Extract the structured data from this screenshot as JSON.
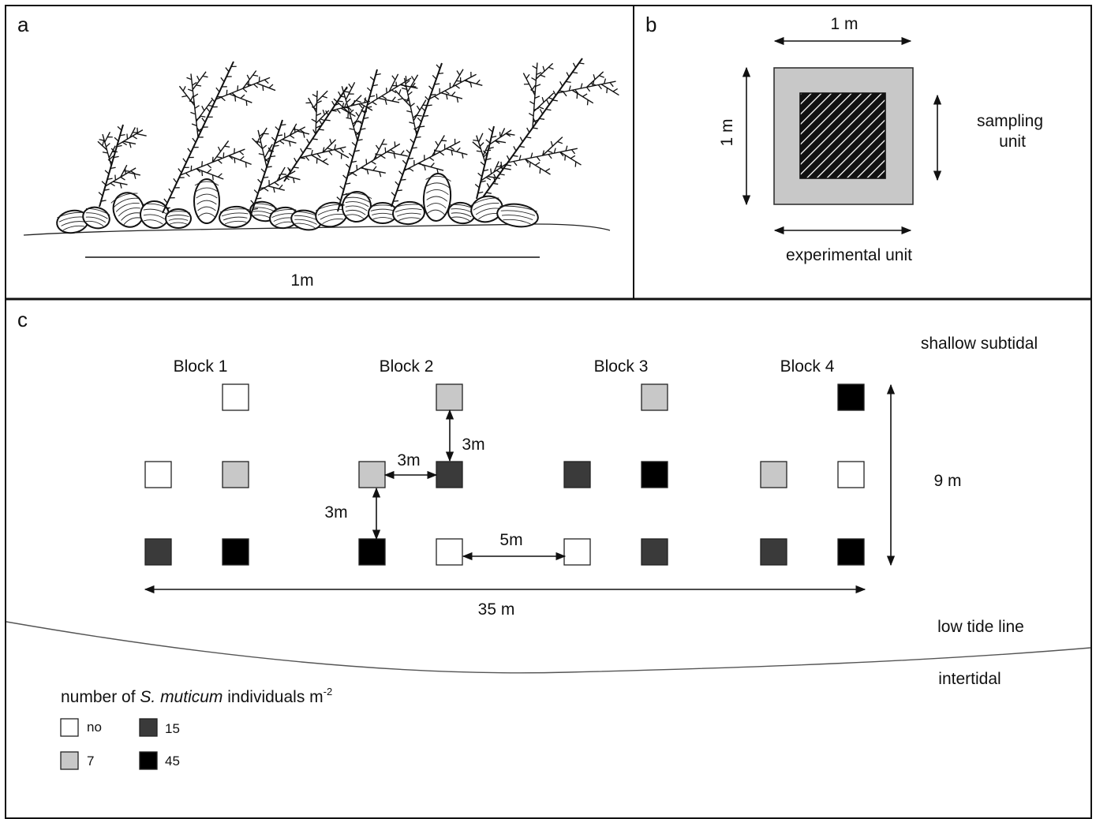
{
  "panel_a": {
    "letter": "a",
    "scale_label": "1m"
  },
  "panel_b": {
    "letter": "b",
    "top_label": "1 m",
    "side_label": "1 m",
    "sampling_line1": "sampling",
    "sampling_line2": "unit",
    "experimental_label": "experimental unit"
  },
  "panel_c": {
    "letter": "c",
    "zone_top": "shallow subtidal",
    "zone_tide": "low tide line",
    "zone_bottom": "intertidal",
    "blocks": [
      {
        "label": "Block 1",
        "plots": [
          {
            "row": 1,
            "col": 2,
            "level": "no"
          },
          {
            "row": 2,
            "col": 1,
            "level": "no"
          },
          {
            "row": 2,
            "col": 2,
            "level": "7"
          },
          {
            "row": 3,
            "col": 1,
            "level": "15"
          },
          {
            "row": 3,
            "col": 2,
            "level": "45"
          }
        ]
      },
      {
        "label": "Block 2",
        "plots": [
          {
            "row": 1,
            "col": 2,
            "level": "7"
          },
          {
            "row": 2,
            "col": 1,
            "level": "7"
          },
          {
            "row": 2,
            "col": 2,
            "level": "15"
          },
          {
            "row": 3,
            "col": 1,
            "level": "45"
          },
          {
            "row": 3,
            "col": 2,
            "level": "no"
          }
        ]
      },
      {
        "label": "Block 3",
        "plots": [
          {
            "row": 1,
            "col": 2,
            "level": "7"
          },
          {
            "row": 2,
            "col": 1,
            "level": "15"
          },
          {
            "row": 2,
            "col": 2,
            "level": "45"
          },
          {
            "row": 3,
            "col": 1,
            "level": "no"
          },
          {
            "row": 3,
            "col": 2,
            "level": "15"
          }
        ]
      },
      {
        "label": "Block 4",
        "plots": [
          {
            "row": 1,
            "col": 2,
            "level": "45"
          },
          {
            "row": 2,
            "col": 1,
            "level": "7"
          },
          {
            "row": 2,
            "col": 2,
            "level": "no"
          },
          {
            "row": 3,
            "col": 1,
            "level": "15"
          },
          {
            "row": 3,
            "col": 2,
            "level": "45"
          }
        ]
      }
    ],
    "dimensions": {
      "vertical_3m_a": "3m",
      "horizontal_3m": "3m",
      "vertical_3m_b": "3m",
      "horizontal_5m": "5m",
      "height_9m": "9 m",
      "width_35m": "35 m"
    },
    "legend": {
      "title_prefix": "number of ",
      "title_species": "S. muticum",
      "title_suffix": " individuals m",
      "title_exponent": "-2",
      "items": [
        {
          "level": "no",
          "label": "no",
          "color": "#ffffff"
        },
        {
          "level": "15",
          "label": "15",
          "color": "#3a3a3a"
        },
        {
          "level": "7",
          "label": "7",
          "color": "#c8c8c8"
        },
        {
          "level": "45",
          "label": "45",
          "color": "#000000"
        }
      ]
    }
  },
  "colors": {
    "no": "#ffffff",
    "7": "#c8c8c8",
    "15": "#3a3a3a",
    "45": "#000000",
    "frame": "#111111",
    "quadrat_fill": "#c8c8c8"
  }
}
